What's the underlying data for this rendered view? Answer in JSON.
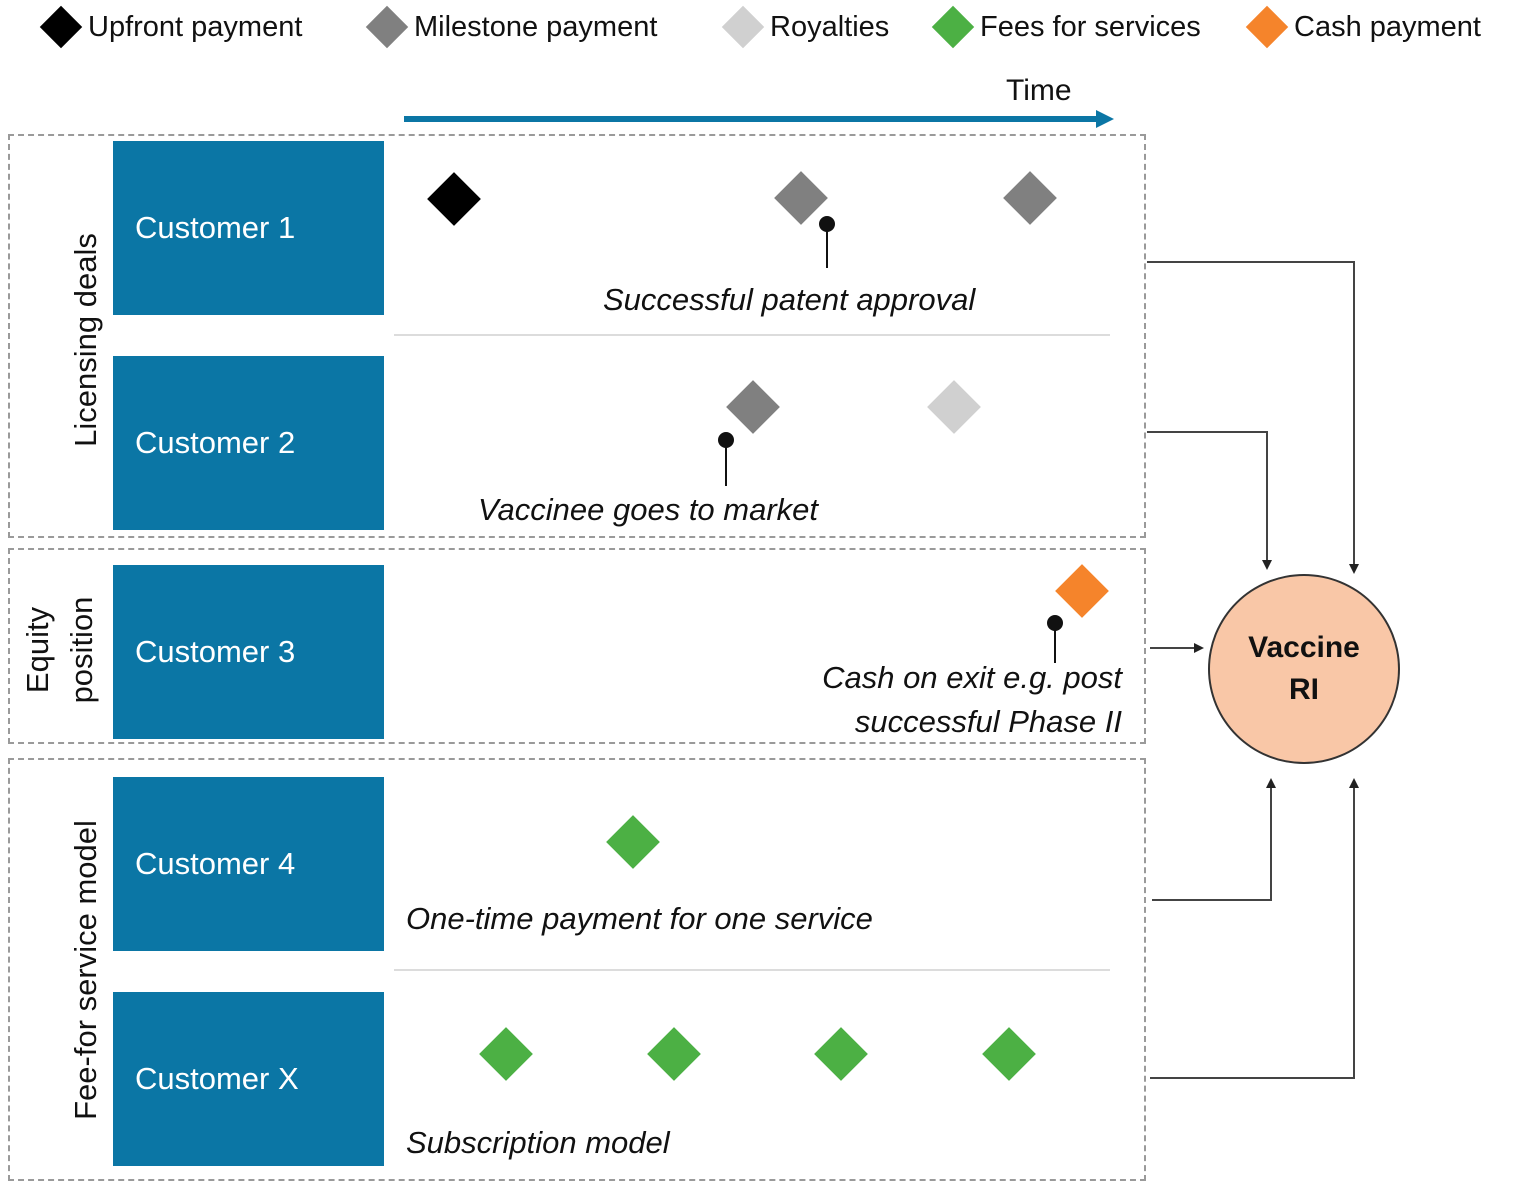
{
  "legend": [
    {
      "label": "Upfront payment",
      "color": "#000000"
    },
    {
      "label": "Milestone payment",
      "color": "#808080"
    },
    {
      "label": "Royalties",
      "color": "#d0d0d0"
    },
    {
      "label": "Fees for services",
      "color": "#4cb044"
    },
    {
      "label": "Cash payment",
      "color": "#f5842b"
    }
  ],
  "timeline": {
    "label": "Time",
    "arrow_color": "#0b76a5"
  },
  "groups": {
    "licensing": "Licensing deals",
    "equity_line1": "Equity",
    "equity_line2": "position",
    "fee": "Fee-for service model"
  },
  "customers": {
    "c1": "Customer 1",
    "c2": "Customer 2",
    "c3": "Customer 3",
    "c4": "Customer 4",
    "cx": "Customer X"
  },
  "annotations": {
    "c1": "Successful patent approval",
    "c2": "Vaccinee goes to market",
    "c3_line1": "Cash on exit e.g. post",
    "c3_line2": "successful Phase II",
    "c4": "One-time payment for one service",
    "cx": "Subscription model"
  },
  "payments": {
    "c1": [
      "Upfront payment",
      "Milestone payment",
      "Milestone payment"
    ],
    "c2": [
      "Milestone payment",
      "Royalties"
    ],
    "c3": [
      "Cash payment"
    ],
    "c4": [
      "Fees for services"
    ],
    "cx": [
      "Fees for services",
      "Fees for services",
      "Fees for services",
      "Fees for services"
    ]
  },
  "hub": {
    "line1": "Vaccine",
    "line2": "RI",
    "fill": "#f9c7a7"
  },
  "colors": {
    "customer_box": "#0b76a5",
    "timeline": "#0b76a5"
  }
}
